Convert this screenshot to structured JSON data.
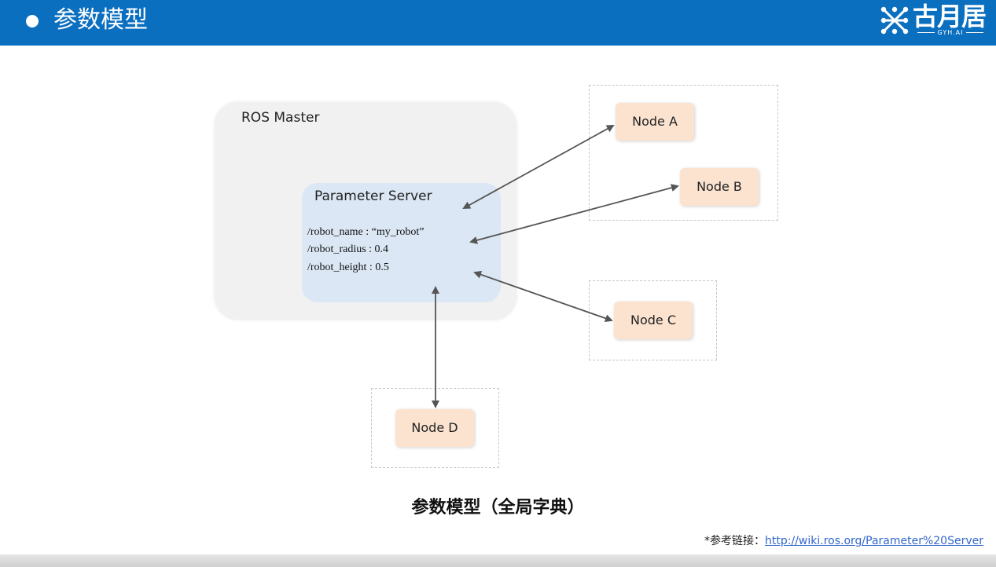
{
  "header": {
    "title": "参数模型",
    "bg_color": "#0b6fc0",
    "logo": {
      "text": "古月居",
      "sub": "GYH.AI"
    }
  },
  "diagram": {
    "ros_master_label": "ROS Master",
    "parameter_server": {
      "label": "Parameter Server",
      "params": [
        "/robot_name : “my_robot”",
        "/robot_radius : 0.4",
        "/robot_height : 0.5"
      ]
    },
    "nodes": [
      {
        "label": "Node A"
      },
      {
        "label": "Node B"
      },
      {
        "label": "Node C"
      },
      {
        "label": "Node D"
      }
    ],
    "node_color": "#fbe3d0",
    "param_box_color": "#dbe7f4",
    "master_color": "#f1f1f1"
  },
  "caption": "参数模型（全局字典）",
  "reference": {
    "prefix": "*参考链接：",
    "link": "http://wiki.ros.org/Parameter%20Server"
  }
}
